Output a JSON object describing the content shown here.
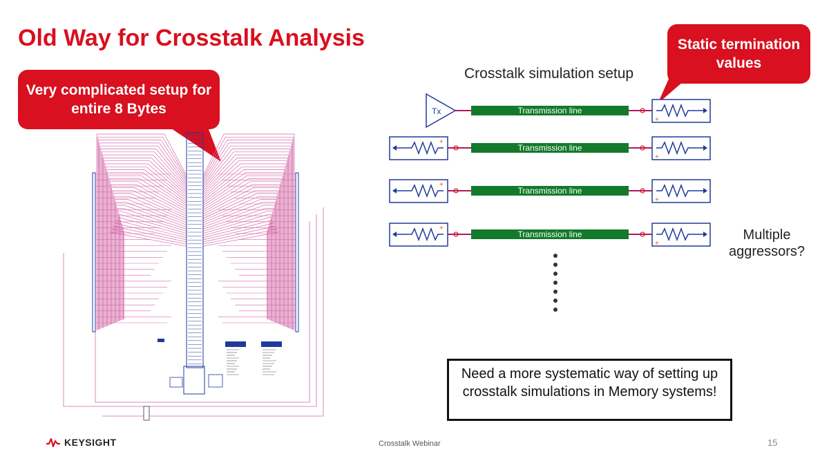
{
  "slide": {
    "title": "Old Way for Crosstalk Analysis",
    "callout_left": "Very complicated setup for entire 8 Bytes",
    "callout_right": "Static termination values"
  },
  "diagram": {
    "title": "Crosstalk simulation setup",
    "driver_label": "Tx",
    "line_labels": [
      "Transmission line",
      "Transmission line",
      "Transmission line",
      "Transmission line"
    ],
    "side_note": "Multiple aggressors?"
  },
  "info_box": {
    "text": "Need a more systematic way of setting up crosstalk simulations in Memory systems!"
  },
  "footer": {
    "brand": "KEYSIGHT",
    "center_text": "Crosstalk Webinar",
    "page_number": "15"
  },
  "colors": {
    "accent_red": "#d8101f",
    "line_green": "#137a2b",
    "component_blue": "#1e3a9a",
    "wire_magenta": "#b0185a",
    "schematic_pink": "#d46aa8"
  },
  "icons": [
    "keysight-logo-icon",
    "tx-driver-icon",
    "resistor-termination-icon"
  ]
}
